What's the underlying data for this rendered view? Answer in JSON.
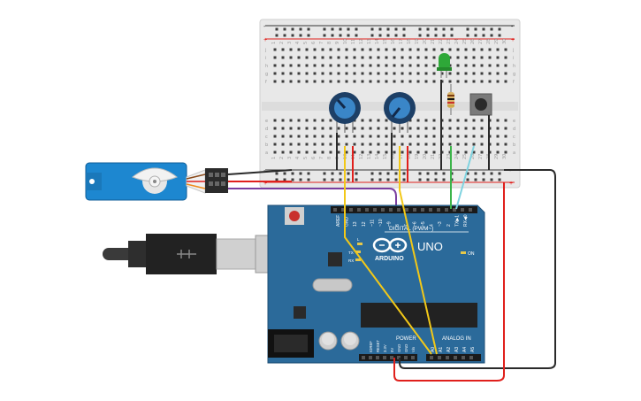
{
  "board": {
    "brand": "ARDUINO",
    "model": "UNO",
    "digital_label": "DIGITAL (PWM~)",
    "power_label": "POWER",
    "analog_label": "ANALOG IN",
    "on_label": "ON",
    "tx_label": "TX",
    "rx_label": "RX",
    "l_label": "L",
    "ioref": "IOREF",
    "reset": "RESET",
    "v33": "3.3V",
    "v5": "5V",
    "gnd": "GND",
    "vin": "Vin",
    "aref": "AREF",
    "digital_pins": [
      "13",
      "12",
      "~11",
      "~10",
      "~9",
      "8",
      "7",
      "~6",
      "~5",
      "4",
      "~3",
      "2",
      "TX▶1",
      "RX◀0"
    ],
    "analog_pins": [
      "A0",
      "A1",
      "A2",
      "A3",
      "A4",
      "A5"
    ]
  },
  "breadboard": {
    "row_letters_top": [
      "j",
      "i",
      "h",
      "g",
      "f"
    ],
    "row_letters_bottom": [
      "e",
      "d",
      "c",
      "b",
      "a"
    ],
    "column_numbers": [
      "1",
      "2",
      "3",
      "4",
      "5",
      "6",
      "7",
      "8",
      "9",
      "10",
      "11",
      "12",
      "13",
      "14",
      "15",
      "16",
      "17",
      "18",
      "19",
      "20",
      "21",
      "22",
      "23",
      "24",
      "25",
      "26",
      "27",
      "28",
      "29",
      "30"
    ],
    "plus": "+",
    "minus": "-"
  },
  "colors": {
    "board_blue": "#2b6a9a",
    "wire_red": "#e0201c",
    "wire_black": "#2a2a2a",
    "wire_yellow": "#f2c818",
    "wire_green": "#3cb44a",
    "wire_cyan": "#7fd3e0",
    "wire_purple": "#7a3ea0",
    "led_green": "#2ea838",
    "servo_blue": "#1d87d0"
  }
}
